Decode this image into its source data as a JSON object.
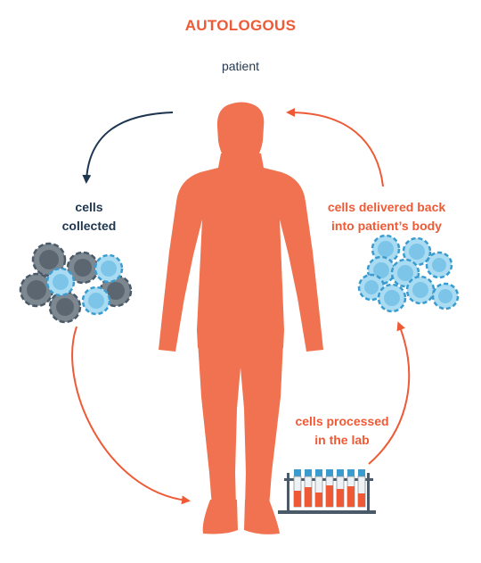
{
  "title": "AUTOLOGOUS",
  "patient_label": "patient",
  "steps": {
    "collected": [
      "cells",
      "collected"
    ],
    "delivered": [
      "cells delivered back",
      "into patient’s body"
    ],
    "processed": [
      "cells processed",
      "in the lab"
    ]
  },
  "colors": {
    "accent": "#ef5a36",
    "silhouette": "#f07250",
    "dark_text": "#1e3650",
    "dark_cell": "#5b6670",
    "light_cell": "#8fd0ec"
  }
}
